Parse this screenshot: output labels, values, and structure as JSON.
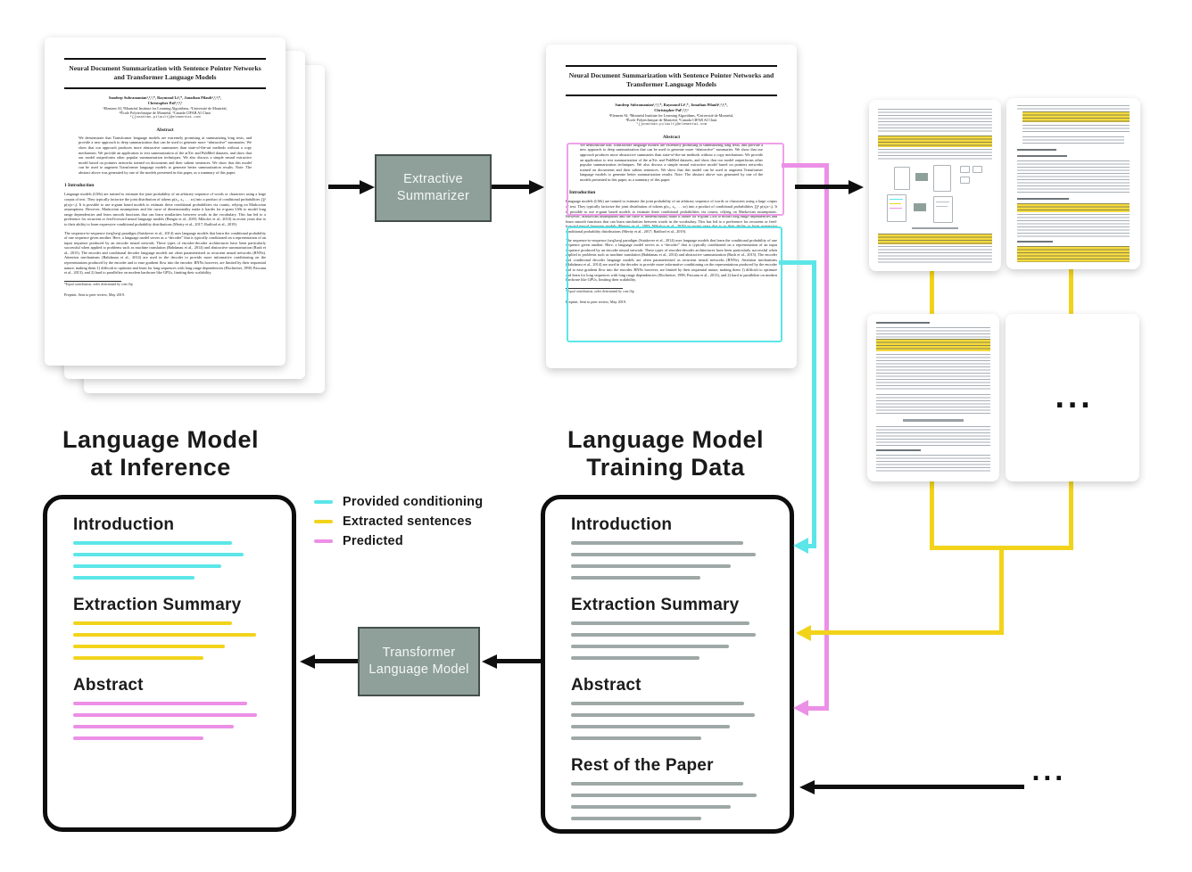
{
  "colors": {
    "cyan": "#5CE6E8",
    "yellow": "#F2D31B",
    "magenta": "#EC8FE6",
    "gray": "#9EA8A6",
    "box_fill": "#8FA09B",
    "box_border": "#454F4B",
    "ink": "#1A1A1A",
    "black": "#0F0F0F"
  },
  "paper": {
    "title": "Neural Document Summarization with Sentence Pointer Networks and Transformer Language Models",
    "authors_line1": "Sandeep Subramanian¹,²,³,*, Raymond Li¹,*, Jonathan Pilault¹,²,⁴,*,",
    "authors_line2": "Christopher Pal¹,²,⁴,⁵",
    "affiliations1": "¹Element AI, ²Montréal Institute for Learning Algorithms, ³Université de Montréal,",
    "affiliations2": "⁴École Polytechnique de Montréal, ⁵Canada CIFAR AI Chair",
    "email": "¹{jonathan.pilault}@elementai.com",
    "abstract_heading": "Abstract",
    "abstract_text": "We demonstrate that Transformer language models are extremely promising at summarizing long texts, and provide a new approach to deep summarization that can be used to generate more “abstractive” summaries. We show that our approach produces more abstractive summaries than state-of-the-art methods without a copy mechanism. We provide an application to text summarization of the arXiv and PubMed datasets, and show that our model outperforms other popular summarization techniques. We also discuss a simple neural extractive model based on pointers networks trained on documents and their salient sentences. We show that this model can be used to augment Transformer language models to generate better summarization results. Note: The abstract above was generated by one of the models presented in this paper, as a summary of this paper.",
    "intro_heading": "1    Introduction",
    "intro_p1": "Language models (LMs) are trained to estimate the joint probability of an arbitrary sequence of words or characters using a large corpus of text. They typically factorize the joint distribution of tokens p(x₁, x₂ . . . xₙ) into a product of conditional probabilities ∏ᵢⁿ p(xᵢ|x<ᵢ). It is possible to use n-gram based models to estimate these conditional probabilities via counts, relying on Markovian assumptions. However, Markovian assumptions and the curse of dimensionality make it harder for n-gram LMs to model long range dependencies and learn smooth functions that can learn similarities between words in the vocabulary. This has led to a preference for recurrent or feed-forward neural language models (Bengio et al., 2003; Mikolov et al., 2010) in recent years due to to their ability to learn expressive conditional probability distributions (Merity et al., 2017; Radford et al., 2019).",
    "intro_p2": "The sequence-to-sequence (seq2seq) paradigm (Sutskever et al., 2014) uses language models that learn the conditional probability of one sequence given another. Here, a language model serves as a “decoder” that is typically conditioned on a representation of an input sequence produced by an encoder neural network. These types of encoder-decoder architectures have been particularly successful when applied to problems such as machine translation (Bahdanau et al., 2014) and abstractive summarization (Rush et al., 2015). The encoder and conditional decoder language models are often parameterized as recurrent neural networks (RNNs). Attention mechanisms (Bahdanau et al., 2014) are used in the decoder to provide more informative conditioning on the representations produced by the encoder and to ease gradient flow into the encoder. RNNs however, are limited by their sequential nature, making them 1) difficult to optimize and learn for long sequences with long range dependencies (Hochreiter, 1998; Pascanu et al., 2013), and 2) hard to parallelize on modern hardware like GPUs, limiting their scalability.",
    "footnote": "*Equal contribution, order determined by coin flip",
    "footer": "Preprint. Sent to peer review, May 2019."
  },
  "flow": {
    "extractive_line1": "Extractive",
    "extractive_line2": "Summarizer",
    "transformer_line1": "Transformer",
    "transformer_line2": "Language Model"
  },
  "titles": {
    "inference_line1": "Language Model",
    "inference_line2": "at Inference",
    "training_line1": "Language Model",
    "training_line2": "Training Data"
  },
  "legend": {
    "items": [
      {
        "color": "#5CE6E8",
        "label": "Provided conditioning"
      },
      {
        "color": "#F2D31B",
        "label": "Extracted sentences"
      },
      {
        "color": "#EC8FE6",
        "label": "Predicted"
      }
    ]
  },
  "inference_box": {
    "sections": [
      {
        "heading": "Introduction",
        "color": "cyan",
        "lines": [
          178,
          191,
          166,
          136
        ]
      },
      {
        "heading": "Extraction Summary",
        "color": "yellow",
        "lines": [
          178,
          205,
          170,
          146
        ]
      },
      {
        "heading": "Abstract",
        "color": "magenta",
        "lines": [
          195,
          206,
          180,
          146
        ]
      }
    ]
  },
  "training_box": {
    "sections": [
      {
        "heading": "Introduction",
        "color": "gray",
        "lines": [
          193,
          207,
          179,
          145
        ]
      },
      {
        "heading": "Extraction Summary",
        "color": "gray",
        "lines": [
          200,
          207,
          177,
          144
        ]
      },
      {
        "heading": "Abstract",
        "color": "gray",
        "lines": [
          194,
          206,
          178,
          146
        ]
      },
      {
        "heading": "Rest of the Paper",
        "color": "gray",
        "lines": [
          193,
          208,
          179,
          146
        ]
      }
    ]
  },
  "misc": {
    "ellipsis": "..."
  }
}
